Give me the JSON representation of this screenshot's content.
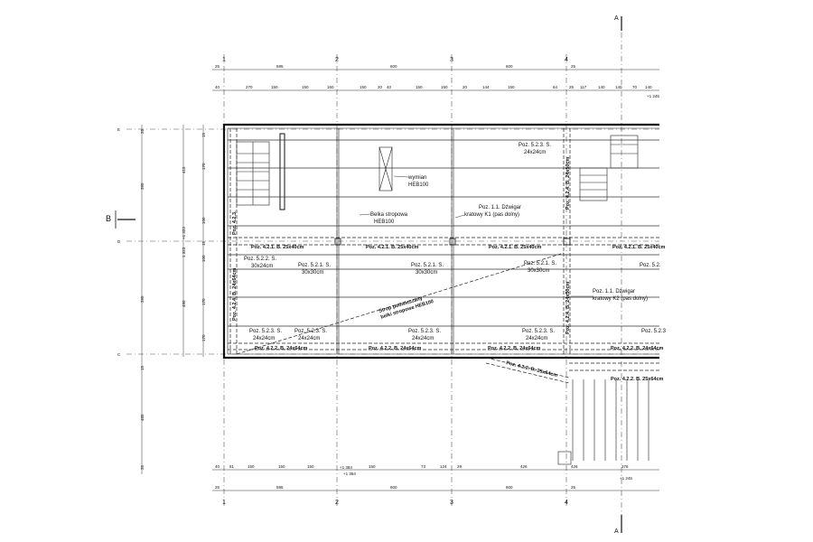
{
  "section_marks": {
    "a": "A",
    "b": "B"
  },
  "axes_columns": [
    "1",
    "2",
    "3",
    "4"
  ],
  "axes_rows": [
    "E",
    "D",
    "C"
  ],
  "top_dims_row1": [
    "25",
    "595",
    "600",
    "600",
    "25"
  ],
  "top_dims_row2": [
    "40",
    "270",
    "150",
    "150",
    "160",
    "150",
    "20",
    "40",
    "150",
    "150",
    "20",
    "144",
    "150",
    "64",
    "25",
    "117",
    "140",
    "140",
    "70",
    "140"
  ],
  "bottom_dims_row1": [
    "40",
    "81",
    "150",
    "150",
    "150",
    "150",
    "73",
    "124",
    "29",
    "426",
    "426",
    "376"
  ],
  "bottom_dims_row2": [
    "25",
    "595",
    "600",
    "600",
    "25"
  ],
  "bottom_level_marks": [
    "+1 384",
    "+1 245"
  ],
  "left_dims": [
    "25",
    "395",
    "415",
    "15",
    "170",
    "100",
    "1 323",
    "15",
    "100",
    "170",
    "490",
    "395",
    "170",
    "15",
    "485",
    "35"
  ],
  "beam_labels": {
    "row_d": [
      "Poz. 4.2.1. B. 25x40cm",
      "Poz. 4.2.1. B. 25x40cm",
      "Poz. 4.2.1. B. 25x40cm",
      "Poz. 4.2.1. B. 25x40cm"
    ],
    "row_c": [
      "Poz. 4.2.2. B. 24x64cm",
      "Poz. 4.2.2. B. 24x64cm",
      "Poz. 4.2.2. B. 24x64cm",
      "Poz. 4.2.2. B. 24x64cm"
    ],
    "lower_right": "Poz. 4.2.2. B. 25x64cm",
    "diagonal": "Poz. 4.2.2. B. 25x64cm",
    "vertical_left": "Poz. 4.2.3.",
    "vertical_left2": "Poz. 4.2.4. B. 24x64cm",
    "vertical_right": "Poz. 4.2.4. B. 24x50cm",
    "vertical_right2": "Poz. 4.2.4. B. 24x50cm"
  },
  "column_labels": {
    "c523_top": [
      "Poz. 5.2.3. S.",
      "24x24cm"
    ],
    "c522": [
      "Poz. 5.2.2. S.",
      "30x24cm"
    ],
    "c521_a": [
      "Poz. 5.2.1. S.",
      "30x30cm"
    ],
    "c521_b": [
      "Poz. 5.2.1. S.",
      "30x30cm"
    ],
    "c521_c": [
      "Poz. 5.2.1. S.",
      "30x30cm"
    ],
    "c521_edge": "Poz. 5.2.",
    "c523_b1": [
      "Poz. 5.2.3. S.",
      "24x24cm"
    ],
    "c523_b2": [
      "Poz. 5.2.3. S.",
      "24x24cm"
    ],
    "c523_b3": [
      "Poz. 5.2.3. S.",
      "24x24cm"
    ],
    "c523_b4": [
      "Poz. 5.2.3. S.",
      "24x24cm"
    ],
    "c523_edge": "Poz. 5.2.3"
  },
  "notes": {
    "wymian": [
      "wymian",
      "HEB100"
    ],
    "belka": [
      "Belka stropowa",
      "HEB100"
    ],
    "dzwigar_k1": [
      "Poz. 1.1. Dźwigar",
      "kratowy K1 (pas dolny)"
    ],
    "dzwigar_k2": [
      "Poz. 1.1. Dźwigar",
      "kratowy K2 (pas dolny)"
    ],
    "strop": [
      "Strop podwieszany",
      "belki stropowe HEB100"
    ]
  },
  "level_marks": [
    "+1 245",
    "+1 384",
    "+1 323"
  ]
}
